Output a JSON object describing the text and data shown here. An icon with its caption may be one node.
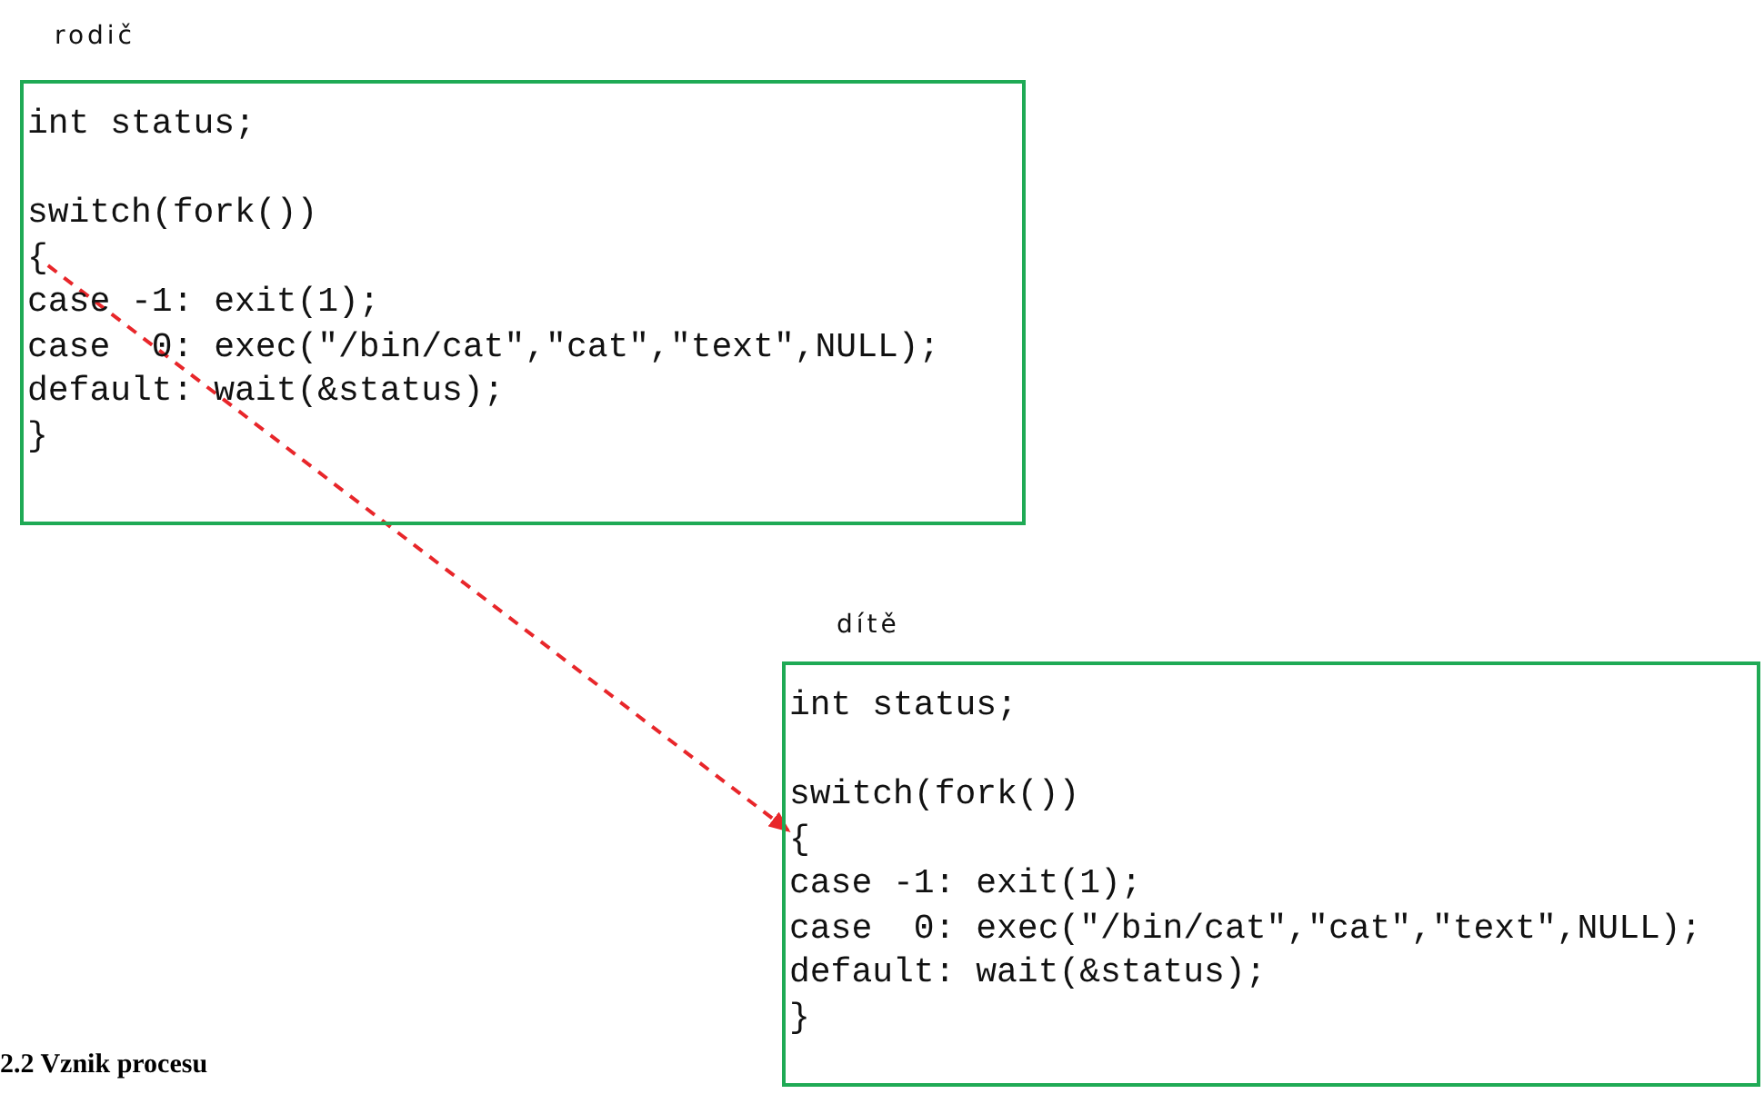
{
  "diagram": {
    "caption": "2.2 Vznik procesu",
    "nodes": [
      {
        "text": [
          "rodič",
          "int status;",
          "switch(fork())",
          "case -1: exit(1);",
          "case  0: exec(\"/bin/cat\",\"cat\",\"text\",NULL);",
          "default: wait(&status);",
          "}"
        ]
      },
      {
        "text": [
          "{"
        ],
        "in": 0
      },
      {
        "text": [
          "dítě",
          "int status;",
          "switch(fork())",
          "case -1: exit(1);",
          "case  0: exec(\"/bin/cat\",\"cat\",\"text\",NULL);",
          "default: wait(&status);",
          "}"
        ]
      },
      {
        "text": [
          "{"
        ],
        "in": 2
      }
    ],
    "edges": [
      {
        "from": 1,
        "to": 3,
        "arrow": "to",
        "style": "dashed",
        "color": "#e8262a"
      }
    ]
  }
}
